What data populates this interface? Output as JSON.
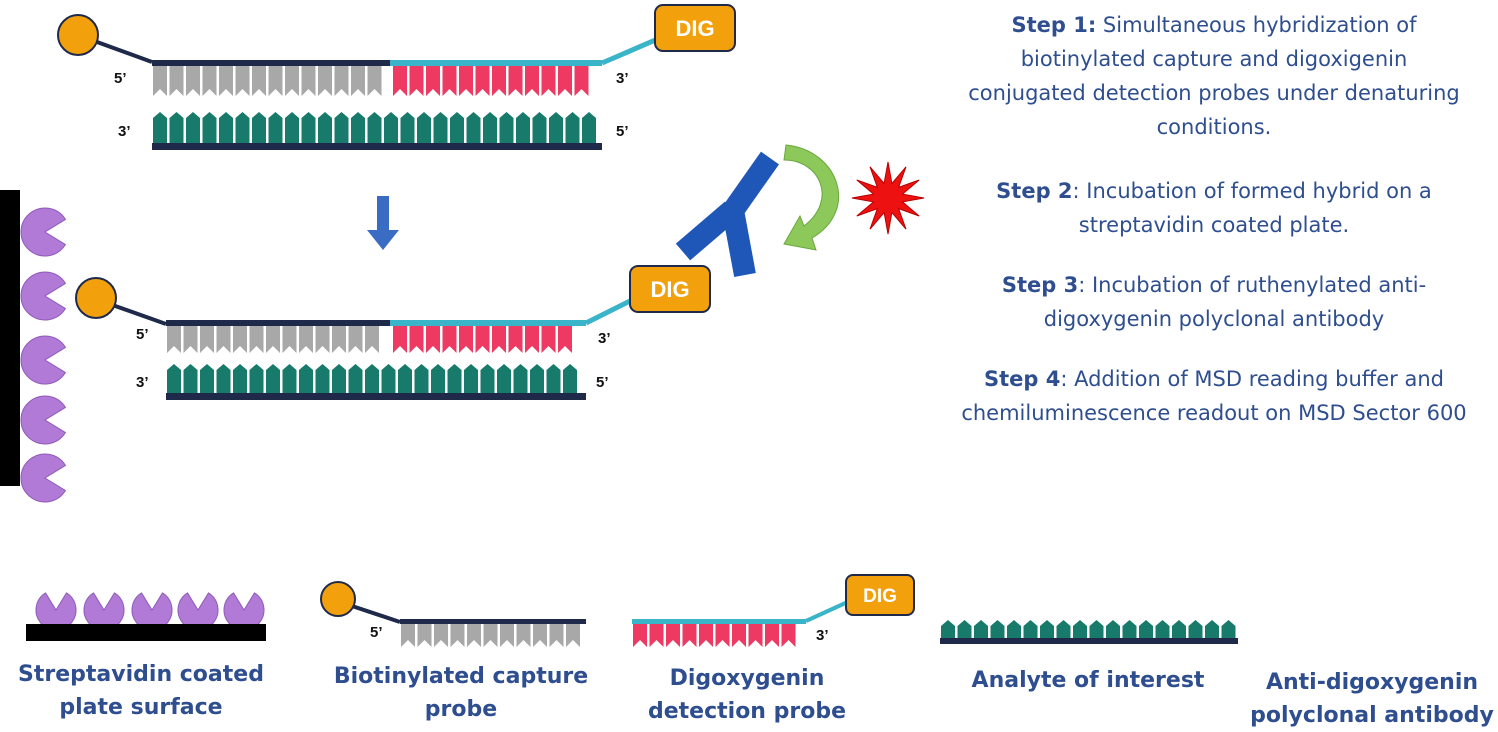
{
  "labels": {
    "five_prime": "5’",
    "three_prime": "3’",
    "dig": "DIG"
  },
  "steps": [
    {
      "heading": "Step 1:",
      "text": " Simultaneous hybridization of biotinylated capture and digoxigenin conjugated detection probes under denaturing conditions."
    },
    {
      "heading": "Step 2",
      "text": ": Incubation of formed hybrid on a streptavidin coated plate."
    },
    {
      "heading": "Step 3",
      "text": ": Incubation of ruthenylated anti-digoxygenin polyclonal antibody"
    },
    {
      "heading": "Step 4",
      "text": ": Addition of MSD reading buffer and chemiluminescence readout on MSD Sector 600"
    }
  ],
  "legend": [
    "Streptavidin coated plate surface",
    "Biotinylated capture probe",
    "Digoxygenin detection probe",
    "Analyte of interest",
    "Anti-digoxygenin polyclonal antibody"
  ],
  "colors": {
    "biotin": "#f2a10c",
    "backbone": "#1f2a4a",
    "capture_teeth": "#a8a8a8",
    "detection_teeth": "#ee3a62",
    "detection_linker": "#3ab4c8",
    "analyte": "#177a6b",
    "dig_box": "#f2a10c",
    "antibody": "#1f57b8",
    "streptavidin": "#b07ad6",
    "plate": "#000000",
    "arrow_down": "#3b6cc4",
    "arrow_curve": "#8cc85a",
    "star": "#ee1111",
    "text": "#2e4e8f"
  }
}
